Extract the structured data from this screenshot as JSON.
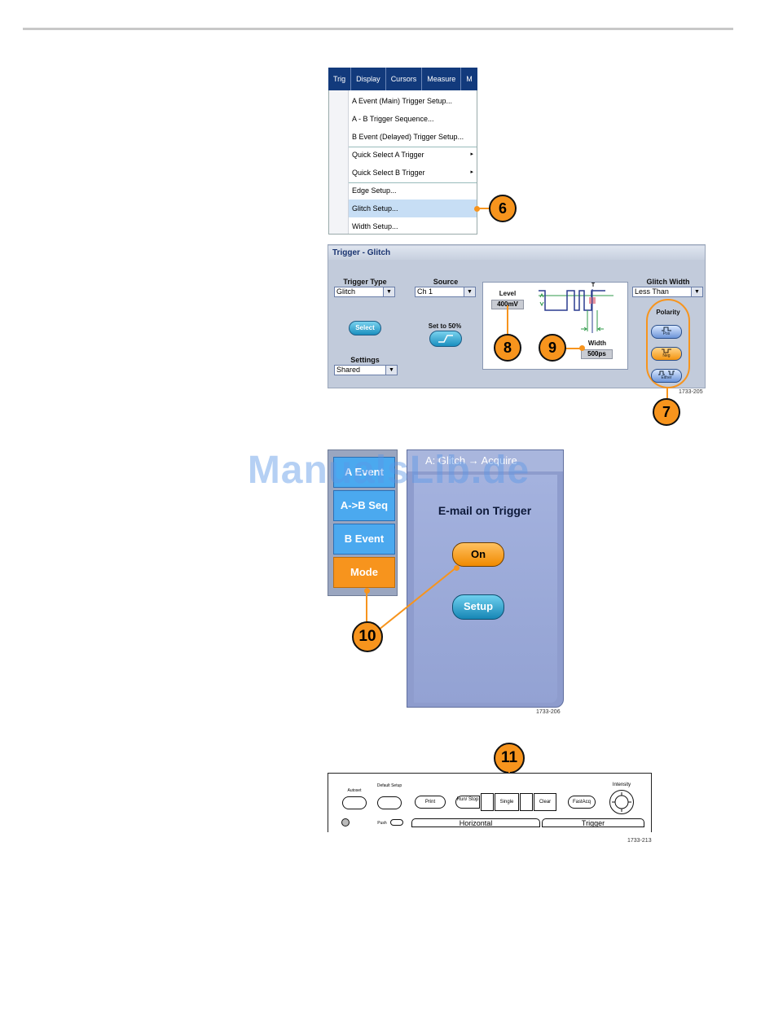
{
  "trig_menu": {
    "menubar": [
      "Trig",
      "Display",
      "Cursors",
      "Measure",
      "M"
    ],
    "items": [
      {
        "label": "A Event (Main) Trigger Setup...",
        "submenu": false,
        "highlighted": false
      },
      {
        "label": "A - B Trigger Sequence...",
        "submenu": false,
        "highlighted": false
      },
      {
        "label": "B Event (Delayed) Trigger Setup...",
        "submenu": false,
        "highlighted": false
      },
      {
        "label": "Quick Select A Trigger",
        "submenu": true,
        "highlighted": false
      },
      {
        "label": "Quick Select B Trigger",
        "submenu": true,
        "highlighted": false
      },
      {
        "label": "Edge Setup...",
        "submenu": false,
        "highlighted": false
      },
      {
        "label": "Glitch Setup...",
        "submenu": false,
        "highlighted": true
      },
      {
        "label": "Width Setup...",
        "submenu": false,
        "highlighted": false
      }
    ],
    "arrow_glyph": "▸"
  },
  "callouts": {
    "c6": "6",
    "c7": "7",
    "c8": "8",
    "c9": "9",
    "c10": "10",
    "c11": "11"
  },
  "glitch_panel": {
    "title": "Trigger - Glitch",
    "trigger_type_label": "Trigger Type",
    "trigger_type_value": "Glitch",
    "select_button": "Select",
    "settings_label": "Settings",
    "settings_value": "Shared",
    "source_label": "Source",
    "source_value": "Ch 1",
    "set50_label": "Set to 50%",
    "level_label": "Level",
    "level_value": "400mV",
    "width_label": "Width",
    "width_value": "500ps",
    "t_marker": "T",
    "glitch_width_label": "Glitch Width",
    "glitch_width_value": "Less Than",
    "polarity_label": "Polarity",
    "polarity_buttons": [
      "Pos",
      "Neg",
      "Either"
    ],
    "dropdown_glyph": "▼",
    "figure_id": "1733-205"
  },
  "mode_screen": {
    "header": "A: Glitch → Acquire",
    "nav": [
      "A Event",
      "A->B Seq",
      "B Event",
      "Mode"
    ],
    "active_nav": "Mode",
    "email_label": "E-mail on Trigger",
    "on_button": "On",
    "setup_button": "Setup",
    "figure_id": "1733-206"
  },
  "watermark": "ManualsLib.de",
  "front_panel": {
    "autoset": "Autoset",
    "default_setup": "Default Setup",
    "print": "Print",
    "run_stop": "Run/ Stop",
    "single": "Single",
    "clear": "Clear",
    "fastacq": "FastAcq",
    "intensity": "Intensity",
    "push": "Push",
    "horizontal": "Horizontal",
    "trigger": "Trigger",
    "figure_id": "1733-213"
  }
}
